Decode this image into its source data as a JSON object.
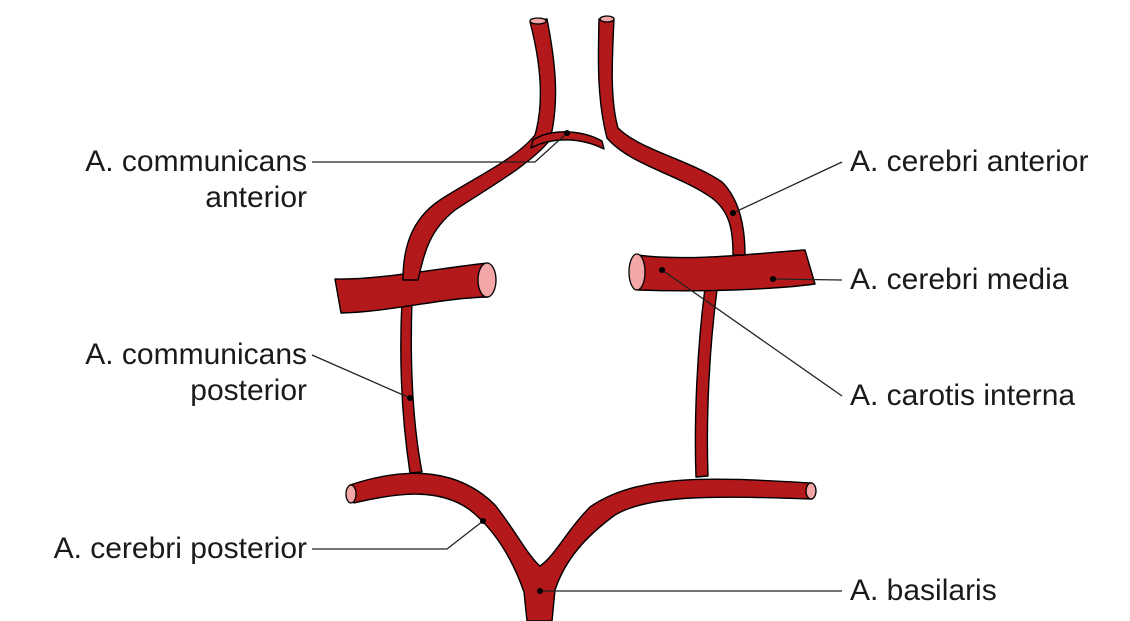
{
  "labels": {
    "communicans_anterior": [
      "A. communicans",
      "anterior"
    ],
    "cerebri_anterior": "A. cerebri anterior",
    "cerebri_media": "A. cerebri media",
    "communicans_posterior": [
      "A. communicans",
      "posterior"
    ],
    "carotis_interna": "A. carotis interna",
    "cerebri_posterior": "A. cerebri posterior",
    "basilaris": "A. basilaris"
  },
  "colors": {
    "vessel": "#b3191b",
    "vessel_lumen": "#f4a7a7",
    "outline": "#000000",
    "text": "#1a1a1a"
  }
}
